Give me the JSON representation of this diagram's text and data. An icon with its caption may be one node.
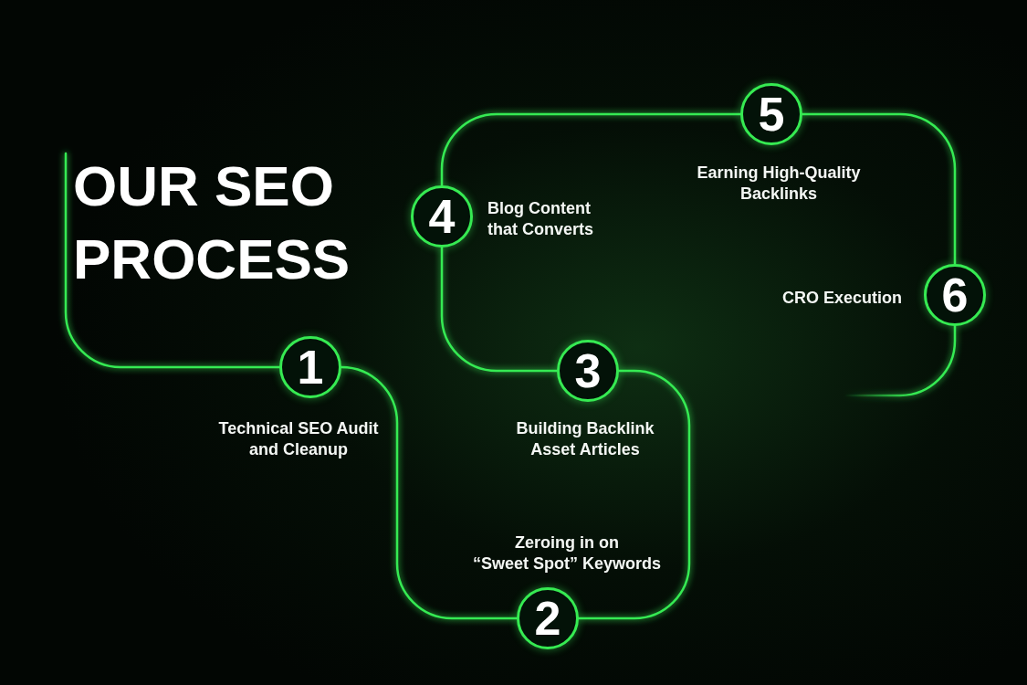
{
  "diagram": {
    "title": "OUR SEO PROCESS",
    "nodes": [
      {
        "text": [
          "1"
        ],
        "beside": [
          "Technical SEO Audit and Cleanup"
        ]
      },
      {
        "text": [
          "2"
        ],
        "beside": [
          "Zeroing in on “Sweet Spot” Keywords"
        ]
      },
      {
        "text": [
          "3"
        ],
        "beside": [
          "Building Backlink Asset Articles"
        ]
      },
      {
        "text": [
          "4"
        ],
        "beside": [
          "Blog Content that Converts"
        ]
      },
      {
        "text": [
          "5"
        ],
        "beside": [
          "Earning High-Quality Backlinks"
        ]
      },
      {
        "text": [
          "6"
        ],
        "beside": [
          "CRO Execution"
        ]
      }
    ],
    "edges": [
      {
        "from": null,
        "to": 0,
        "arrow": "none"
      },
      {
        "from": 0,
        "to": 1,
        "arrow": "none"
      },
      {
        "from": 1,
        "to": 2,
        "arrow": "none"
      },
      {
        "from": 2,
        "to": 3,
        "arrow": "none"
      },
      {
        "from": 3,
        "to": 4,
        "arrow": "none"
      },
      {
        "from": 4,
        "to": 5,
        "arrow": "none"
      },
      {
        "from": 5,
        "to": null,
        "arrow": "none"
      }
    ]
  }
}
